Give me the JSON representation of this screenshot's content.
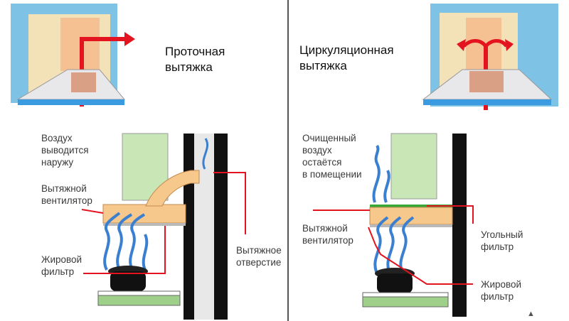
{
  "left": {
    "title": "Проточная\nвытяжка",
    "labels": {
      "air_out": "Воздух\nвыводится\nнаружу",
      "fan": "Вытяжной\nвентилятор",
      "grease_filter": "Жировой\nфильтр",
      "outlet": "Вытяжное\nотверстие"
    }
  },
  "right": {
    "title": "Циркуляционная\nвытяжка",
    "labels": {
      "clean_air": "Очищенный\nвоздух\nостаётся\nв помещении",
      "fan": "Вытяжной\nвентилятор",
      "carbon_filter": "Угольный\nфильтр",
      "grease_filter": "Жировой\nфильтр"
    }
  },
  "colors": {
    "hood": "#f6c88b",
    "wall": "#111111",
    "arrow": "#e3141f",
    "flame": "#3a7fd0",
    "stove": "#9fd08a",
    "window": "#c9e7b6",
    "carbon": "#37a837"
  }
}
